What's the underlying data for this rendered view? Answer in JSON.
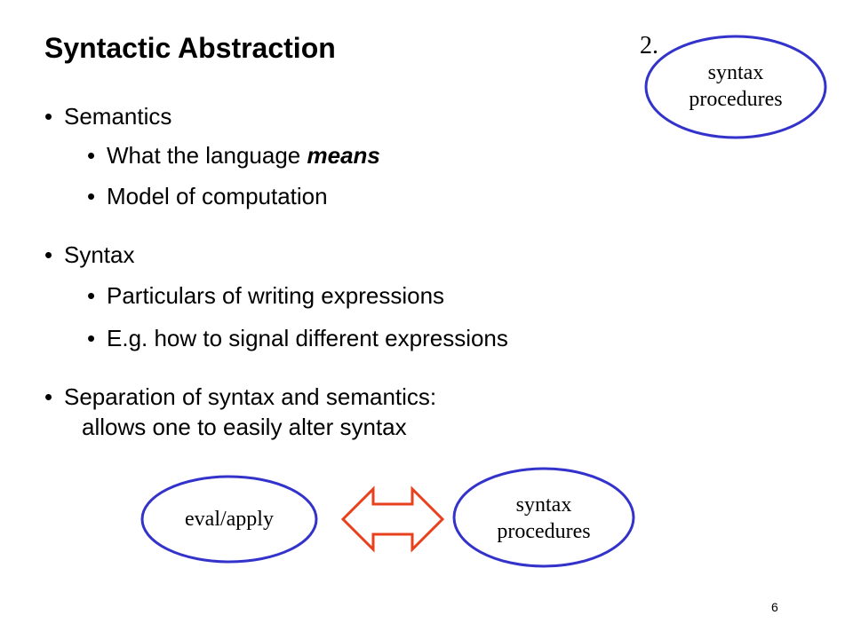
{
  "slide": {
    "title": "Syntactic Abstraction",
    "page_number": "6"
  },
  "bullets": {
    "semantics": "Semantics",
    "semantics_meaning_prefix": "What the language ",
    "semantics_meaning_emph": "means",
    "semantics_model": "Model of computation",
    "syntax": "Syntax",
    "syntax_particulars": "Particulars of writing expressions",
    "syntax_eg": "E.g. how to signal different expressions",
    "separation_line1": "Separation of syntax and semantics:",
    "separation_line2": "allows one to easily alter syntax"
  },
  "bullet_glyph": "•",
  "diagram_top": {
    "number_label": "2.",
    "ellipse_line1": "syntax",
    "ellipse_line2": "procedures"
  },
  "diagram_bottom": {
    "left_ellipse": "eval/apply",
    "right_ellipse_line1": "syntax",
    "right_ellipse_line2": "procedures"
  },
  "colors": {
    "ellipse_stroke": "#3333cc",
    "arrow_stroke": "#e8401c"
  }
}
